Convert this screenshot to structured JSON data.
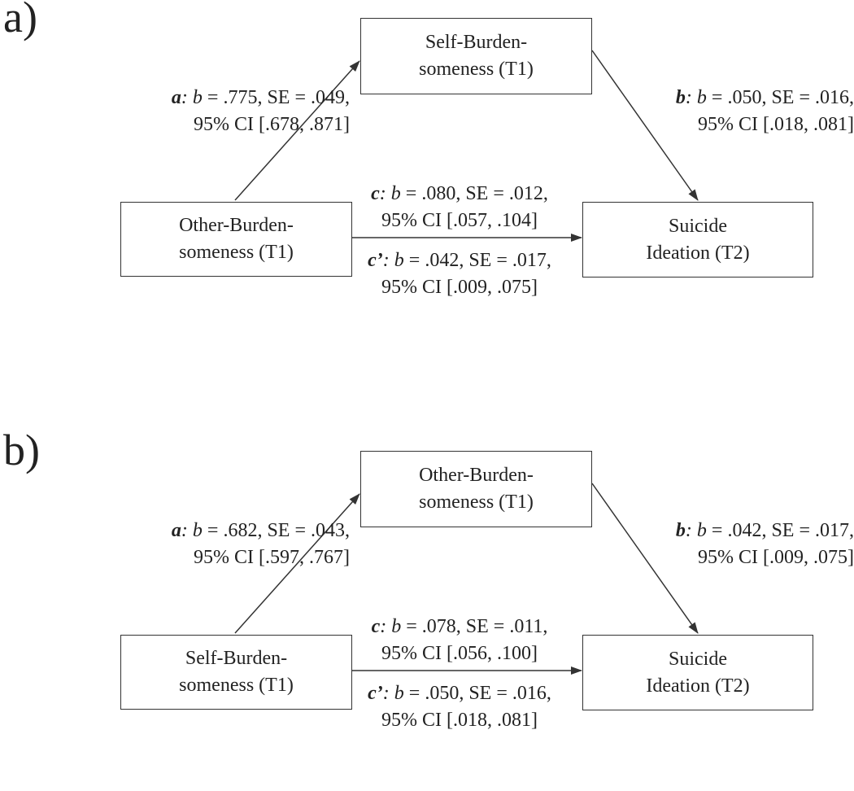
{
  "panels": [
    {
      "label": "a)",
      "mediator": {
        "line1": "Self-Burden-",
        "line2": "someness (T1)"
      },
      "predictor": {
        "line1": "Other-Burden-",
        "line2": "someness (T1)"
      },
      "outcome": {
        "line1": "Suicide",
        "line2": "Ideation (T2)"
      },
      "paths": {
        "a": {
          "label": "a",
          "sep": ":",
          "b_label": "b",
          "stat": " = .775, SE = .049,",
          "ci": "95% CI [.678, .871]"
        },
        "b": {
          "label": "b",
          "sep": ":",
          "b_label": "b",
          "stat": " = .050, SE = .016,",
          "ci": "95% CI [.018, .081]"
        },
        "c": {
          "label": "c",
          "sep": ":",
          "b_label": "b",
          "stat": " = .080, SE = .012,",
          "ci": "95% CI [.057, .104]"
        },
        "cp": {
          "label": "c’",
          "sep": ":",
          "b_label": "b",
          "stat": " = .042, SE = .017,",
          "ci": "95% CI [.009, .075]"
        }
      }
    },
    {
      "label": "b)",
      "mediator": {
        "line1": "Other-Burden-",
        "line2": "someness (T1)"
      },
      "predictor": {
        "line1": "Self-Burden-",
        "line2": "someness (T1)"
      },
      "outcome": {
        "line1": "Suicide",
        "line2": "Ideation (T2)"
      },
      "paths": {
        "a": {
          "label": "a",
          "sep": ":",
          "b_label": "b",
          "stat": " = .682, SE = .043,",
          "ci": "95% CI [.597, .767]"
        },
        "b": {
          "label": "b",
          "sep": ":",
          "b_label": "b",
          "stat": " = .042, SE = .017,",
          "ci": "95% CI [.009, .075]"
        },
        "c": {
          "label": "c",
          "sep": ":",
          "b_label": "b",
          "stat": " = .078, SE = .011,",
          "ci": "95% CI [.056, .100]"
        },
        "cp": {
          "label": "c’",
          "sep": ":",
          "b_label": "b",
          "stat": " = .050, SE = .016,",
          "ci": "95% CI [.018, .081]"
        }
      }
    }
  ]
}
